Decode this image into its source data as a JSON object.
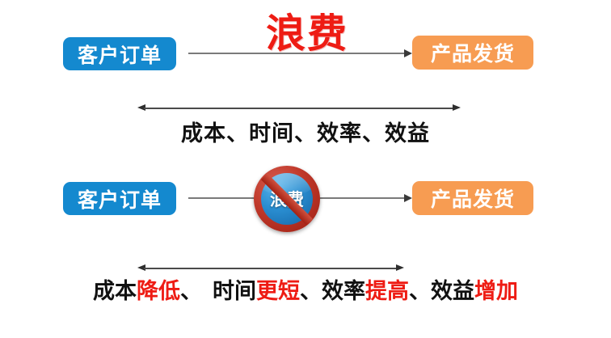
{
  "diagram": {
    "title": "waste-reduction-flow",
    "colors": {
      "order_box": "#1489cf",
      "ship_box": "#f79c52",
      "highlight_red": "#ee1c14",
      "text_black": "#111111",
      "flow_arrow": "#7a7a7a",
      "measure_arrow": "#2e2e2e",
      "badge_ring": "#c0392b",
      "badge_inner": "#2a8ed1"
    }
  },
  "row1": {
    "order_label": "客户订单",
    "waste_label": "浪费",
    "ship_label": "产品发货",
    "flow_arrow_name": "right-arrow-icon",
    "caption": {
      "parts": [
        {
          "text": "成本、时间、效率、效益",
          "color": "black"
        }
      ],
      "full_text": "成本、时间、效率、效益"
    }
  },
  "row2": {
    "order_label": "客户订单",
    "badge_label": "浪费",
    "badge_name": "no-waste-prohibition-icon",
    "ship_label": "产品发货",
    "flow_arrow_name": "right-arrow-icon",
    "caption": {
      "segments": [
        {
          "base": "成本",
          "highlight": "降低",
          "sep": "、",
          "space_after": true
        },
        {
          "base": "时间",
          "highlight": "更短",
          "sep": "、",
          "space_after": false
        },
        {
          "base": "效率",
          "highlight": "提高",
          "sep": "、",
          "space_after": false
        },
        {
          "base": "效益",
          "highlight": "增加",
          "sep": "",
          "space_after": false
        }
      ],
      "full_text": "成本降低、 时间更短、效率提高、效益增加"
    }
  }
}
